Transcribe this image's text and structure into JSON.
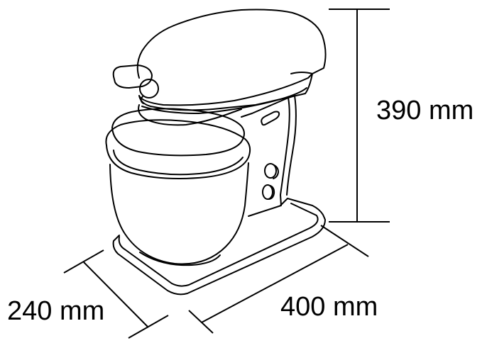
{
  "dimensions": {
    "height": "390 mm",
    "depth": "240 mm",
    "width": "400 mm"
  }
}
